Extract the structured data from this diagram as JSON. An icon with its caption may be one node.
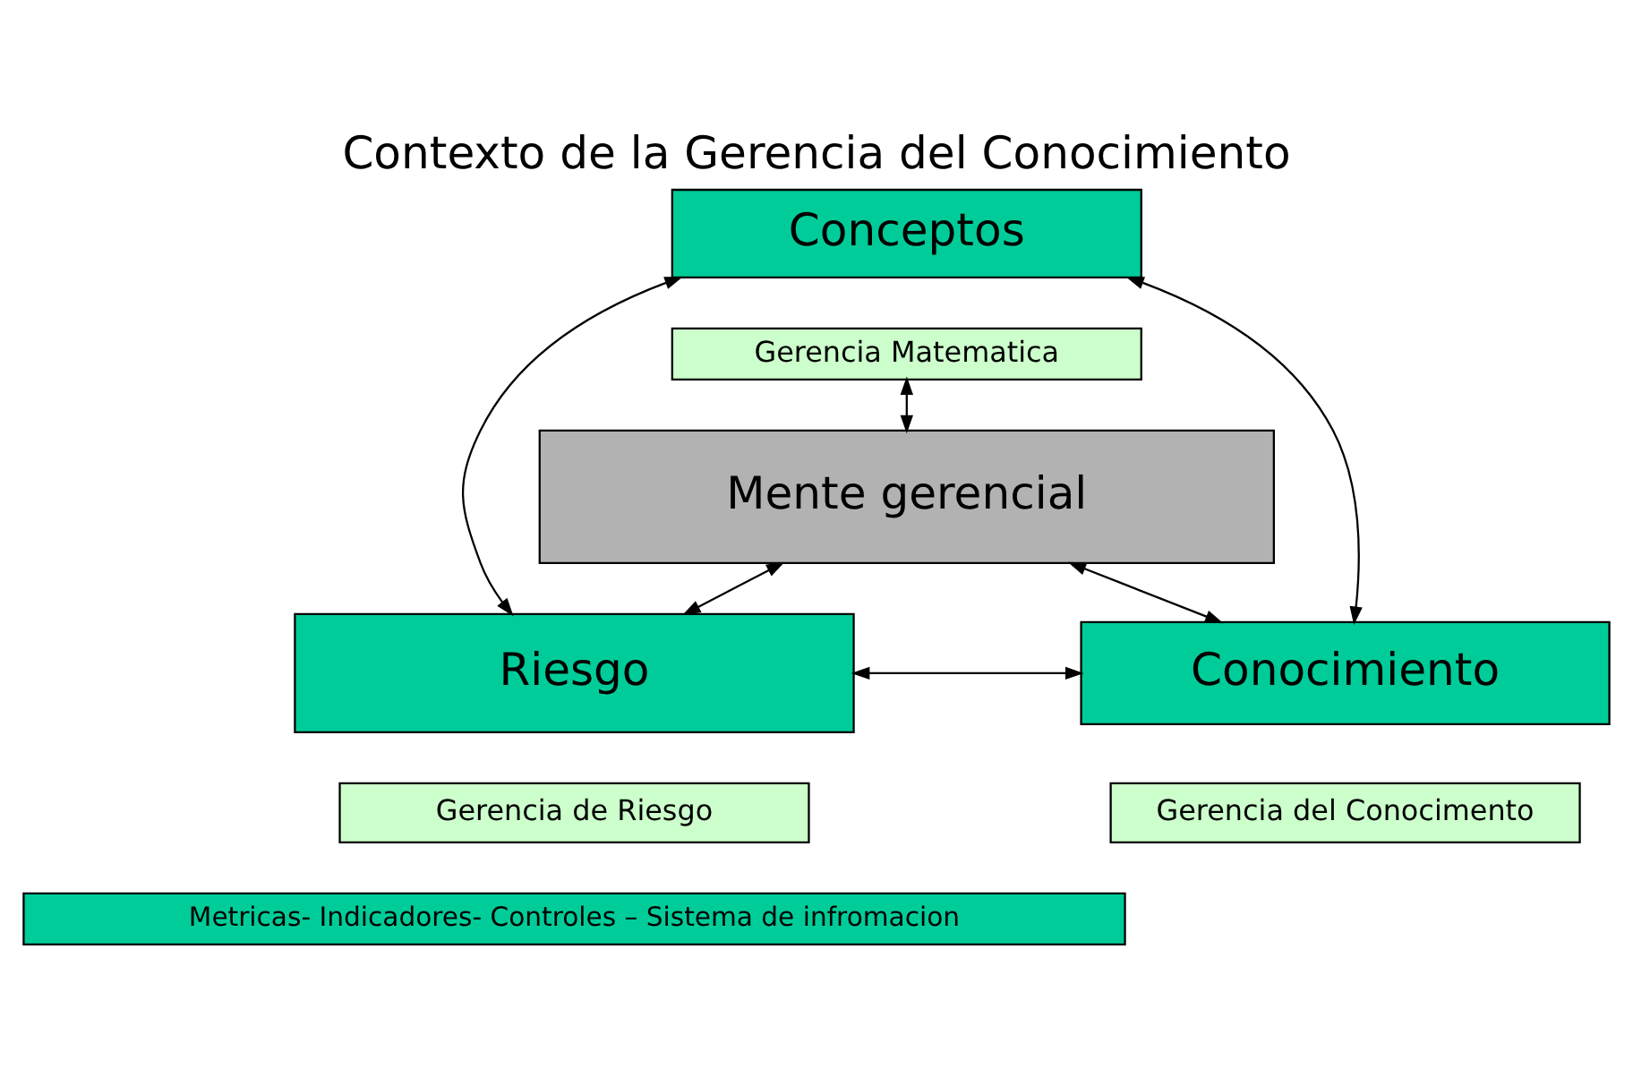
{
  "diagram": {
    "title": "Contexto de la Gerencia del Conocimiento",
    "nodes": [
      {
        "text": [
          "Conceptos"
        ]
      },
      {
        "text": [
          "Gerencia Matematica"
        ]
      },
      {
        "text": [
          "Mente gerencial"
        ]
      },
      {
        "text": [
          "Riesgo"
        ]
      },
      {
        "text": [
          "Gerencia de Riesgo"
        ]
      },
      {
        "text": [
          "Conocimiento"
        ]
      },
      {
        "text": [
          "Gerencia del Conocimento"
        ]
      },
      {
        "text": [
          "Metricas- Indicadores- Controles – Sistema de infromacion"
        ]
      }
    ],
    "edges": [
      {
        "from": 1,
        "to": 2,
        "arrow": "both"
      },
      {
        "from": 0,
        "to": 3,
        "arrow": "both"
      },
      {
        "from": 0,
        "to": 5,
        "arrow": "both"
      },
      {
        "from": 2,
        "to": 3,
        "arrow": "both"
      },
      {
        "from": 2,
        "to": 5,
        "arrow": "both"
      },
      {
        "from": 3,
        "to": 5,
        "arrow": "both"
      }
    ]
  }
}
